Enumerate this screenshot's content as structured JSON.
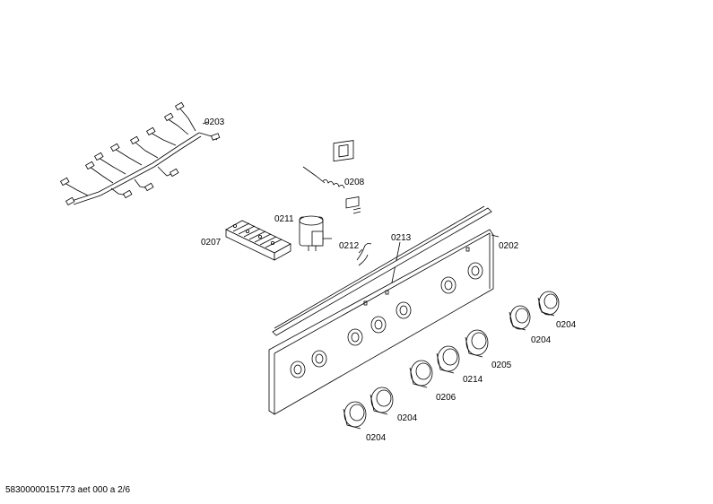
{
  "parts": {
    "wiring_harness": "0203",
    "thermostat": "0208",
    "switch": "0211",
    "terminal_block": "0207",
    "lamp": "0212",
    "indicator": "0213",
    "control_panel": "0202",
    "knob_right_upper": "0204",
    "knob_right_lower": "0204",
    "knob_center_right": "0205",
    "knob_center": "0214",
    "knob_center_left": "0206",
    "knob_left_upper": "0204",
    "knob_left_lower": "0204"
  },
  "footer": {
    "document_id": "58300000151773 aet 000 a 2/6"
  }
}
